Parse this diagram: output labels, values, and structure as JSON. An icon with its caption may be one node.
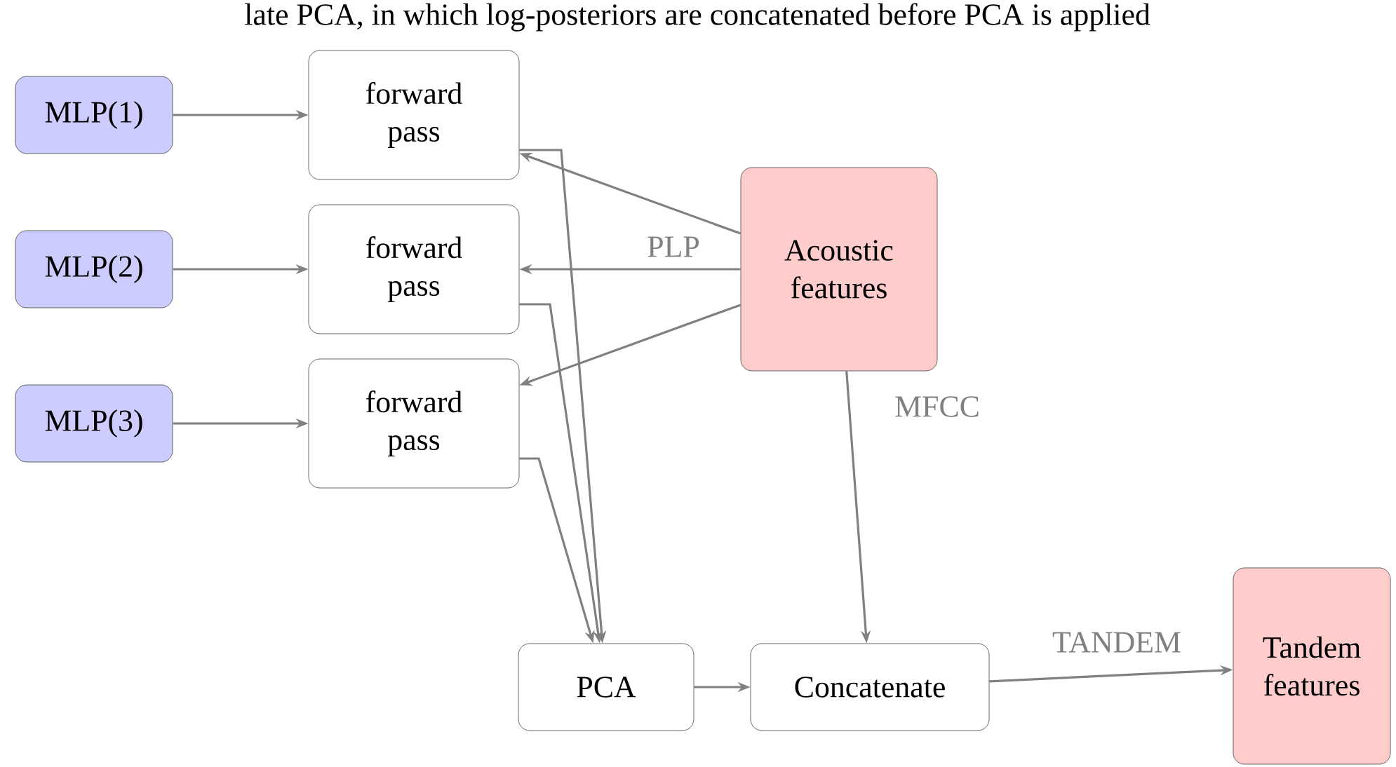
{
  "diagram": {
    "caption": "late PCA, in which log-posteriors are concatenated before PCA is applied",
    "nodes": [
      {
        "text": [
          "MLP(1)"
        ]
      },
      {
        "text": [
          "MLP(2)"
        ]
      },
      {
        "text": [
          "MLP(3)"
        ]
      },
      {
        "text": [
          "forward pass"
        ]
      },
      {
        "text": [
          "forward pass"
        ]
      },
      {
        "text": [
          "forward pass"
        ]
      },
      {
        "text": [
          "Acoustic features"
        ]
      },
      {
        "text": [
          "PCA"
        ]
      },
      {
        "text": [
          "Concatenate"
        ]
      },
      {
        "text": [
          "Tandem features"
        ]
      }
    ],
    "edges": [
      {
        "from": 0,
        "to": 3,
        "arrow": "to"
      },
      {
        "from": 1,
        "to": 4,
        "arrow": "to"
      },
      {
        "from": 2,
        "to": 5,
        "arrow": "to"
      },
      {
        "from": 6,
        "to": 3,
        "arrow": "to"
      },
      {
        "from": 6,
        "to": 4,
        "arrow": "to",
        "label": "PLP"
      },
      {
        "from": 6,
        "to": 5,
        "arrow": "to"
      },
      {
        "from": 3,
        "to": 7,
        "arrow": "to"
      },
      {
        "from": 4,
        "to": 7,
        "arrow": "to"
      },
      {
        "from": 5,
        "to": 7,
        "arrow": "to"
      },
      {
        "from": 7,
        "to": 8,
        "arrow": "to"
      },
      {
        "from": 6,
        "to": 8,
        "arrow": "to",
        "label": "MFCC"
      },
      {
        "from": 8,
        "to": 9,
        "arrow": "to",
        "label": "TANDEM"
      }
    ]
  }
}
